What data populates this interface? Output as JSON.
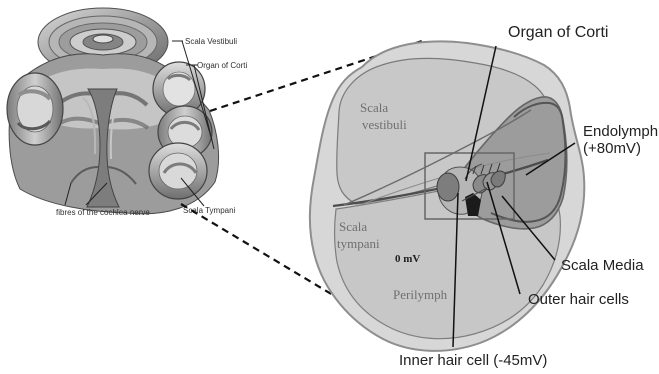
{
  "left_labels": {
    "scala_vestibuli": "Scala Vestibuli",
    "organ_of_corti": "Organ of Corti",
    "fibres": "fibres of the cochlea nerve",
    "scala_tympani": "Scala Tympani"
  },
  "right_labels": {
    "organ_of_corti": "Organ of Corti",
    "endolymph": "Endolymph",
    "endolymph_voltage": "(+80mV)",
    "scala_media": "Scala Media",
    "outer_hair_cells": "Outer hair cells",
    "inner_hair_cell": "Inner hair cell (-45mV)"
  },
  "region_labels": {
    "scala_vestibuli_line1": "Scala",
    "scala_vestibuli_line2": "vestibuli",
    "scala_tympani_line1": "Scala",
    "scala_tympani_line2": "tympani",
    "zero_mv": "0 mV",
    "perilymph": "Perilymph"
  },
  "colors": {
    "outer_ring": "#d7d7d7",
    "outer_stroke": "#8e8e8e",
    "inner_fill": "#c4c4c4",
    "scala_media_fill": "#9c9c9c",
    "line": "#111111"
  }
}
